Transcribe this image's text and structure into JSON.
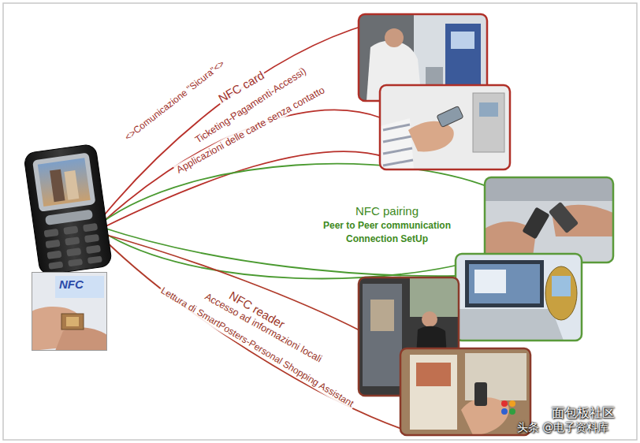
{
  "diagram": {
    "nodes": [
      {
        "text": [
          "NFC"
        ]
      }
    ],
    "labels": [
      "<>Comunicazione \"Sicura\"<>",
      "NFC card",
      "Ticketing-Pagamenti-Accessi)",
      "Applicazioni delle carte senza contatto",
      "NFC pairing",
      "Peer to Peer communication",
      "Connection SetUp",
      "NFC reader",
      "Accesso ad informazioni locali",
      "Lettura di SmartPosters-Personal Shopping Assistant",
      "面包板社区",
      "头条 @电子资料库"
    ]
  }
}
